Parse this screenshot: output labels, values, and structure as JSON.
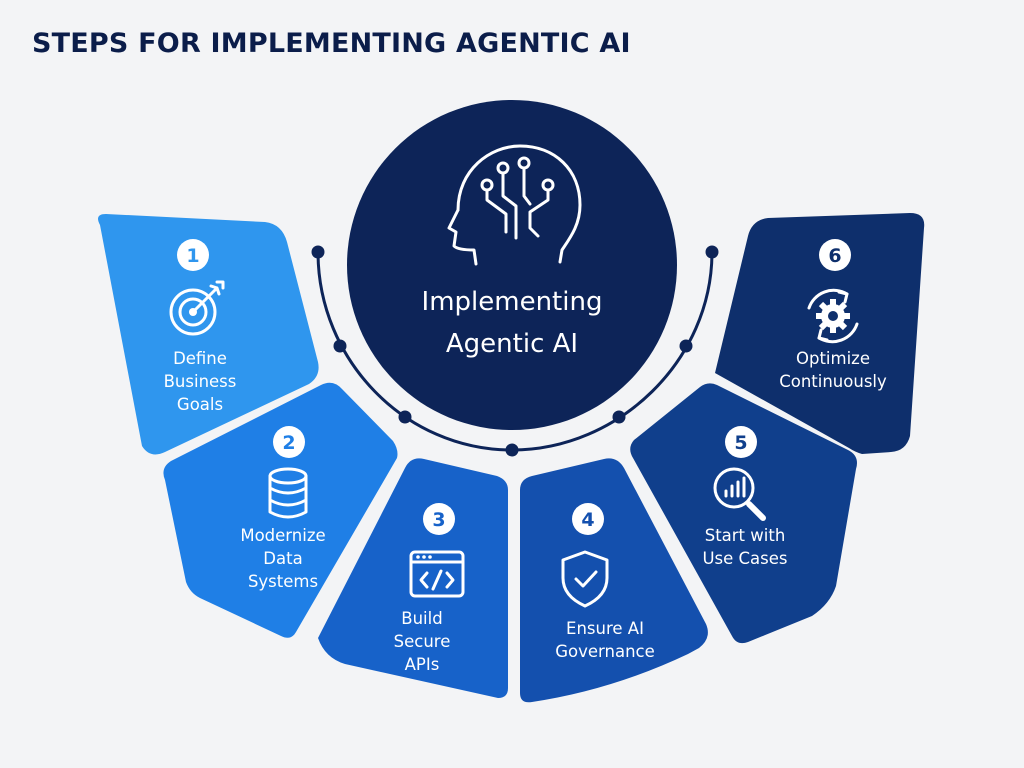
{
  "title": "STEPS FOR IMPLEMENTING AGENTIC AI",
  "center": {
    "line1": "Implementing",
    "line2": "Agentic AI",
    "icon": "ai-head-circuit-icon"
  },
  "steps": [
    {
      "number": "1",
      "label_lines": [
        "Define",
        "Business",
        "Goals"
      ],
      "icon": "target-icon",
      "color": "#2f96ee"
    },
    {
      "number": "2",
      "label_lines": [
        "Modernize",
        "Data",
        "Systems"
      ],
      "icon": "database-icon",
      "color": "#1f7fe6"
    },
    {
      "number": "3",
      "label_lines": [
        "Build",
        "Secure",
        "APIs"
      ],
      "icon": "code-window-icon",
      "color": "#1762c9"
    },
    {
      "number": "4",
      "label_lines": [
        "Ensure AI",
        "Governance"
      ],
      "icon": "shield-check-icon",
      "color": "#1450ae"
    },
    {
      "number": "5",
      "label_lines": [
        "Start with",
        "Use Cases"
      ],
      "icon": "magnifier-chart-icon",
      "color": "#103f8c"
    },
    {
      "number": "6",
      "label_lines": [
        "Optimize",
        "Continuously"
      ],
      "icon": "gear-cycle-icon",
      "color": "#0e2f6c"
    }
  ],
  "colors": {
    "center_circle": "#0d2458",
    "arc_line": "#0d2458",
    "title": "#0b1d4a"
  }
}
